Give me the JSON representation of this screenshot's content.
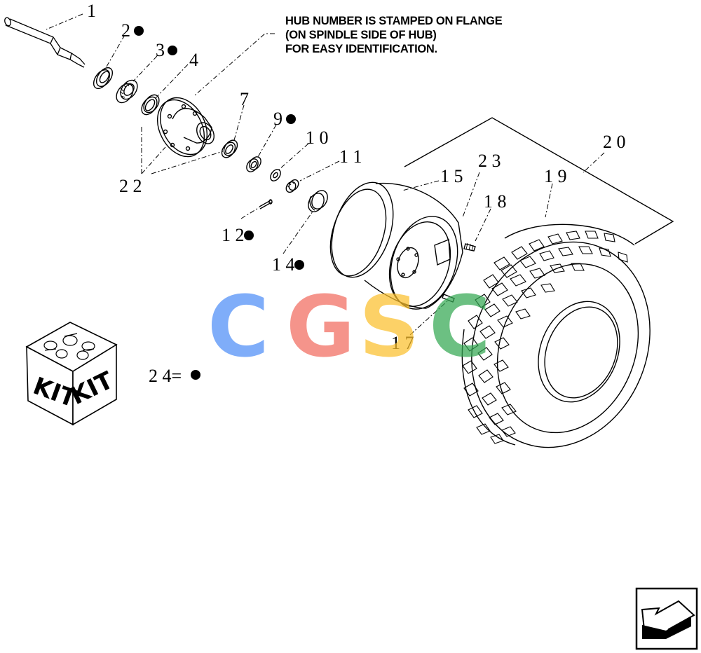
{
  "note": {
    "line1": "HUB NUMBER IS STAMPED ON FLANGE",
    "line2": "(ON SPINDLE SIDE OF HUB)",
    "line3": "FOR EASY IDENTIFICATION."
  },
  "callouts": {
    "c1": "1",
    "c2": "2",
    "c3": "3",
    "c4": "4",
    "c7": "7",
    "c9": "9",
    "c10": "1 0",
    "c11": "1 1",
    "c12": "1 2",
    "c14": "1 4",
    "c15": "1 5",
    "c17": "1 7",
    "c18": "1 8",
    "c19": "1 9",
    "c20": "2 0",
    "c22": "2 2",
    "c23": "2 3",
    "c24": "2 4="
  },
  "kit": {
    "label_left": "KIT",
    "label_right": "KIT"
  },
  "watermark": {
    "letters": [
      "C",
      "G",
      "S",
      "C"
    ],
    "colors": [
      "#4f8ef7",
      "#f26b5f",
      "#fbc02d",
      "#34a853"
    ]
  },
  "colors": {
    "line": "#000000",
    "background": "#ffffff"
  },
  "icons": [
    "filled-dot-marker",
    "kit-box-icon",
    "nav-arrow-icon"
  ]
}
